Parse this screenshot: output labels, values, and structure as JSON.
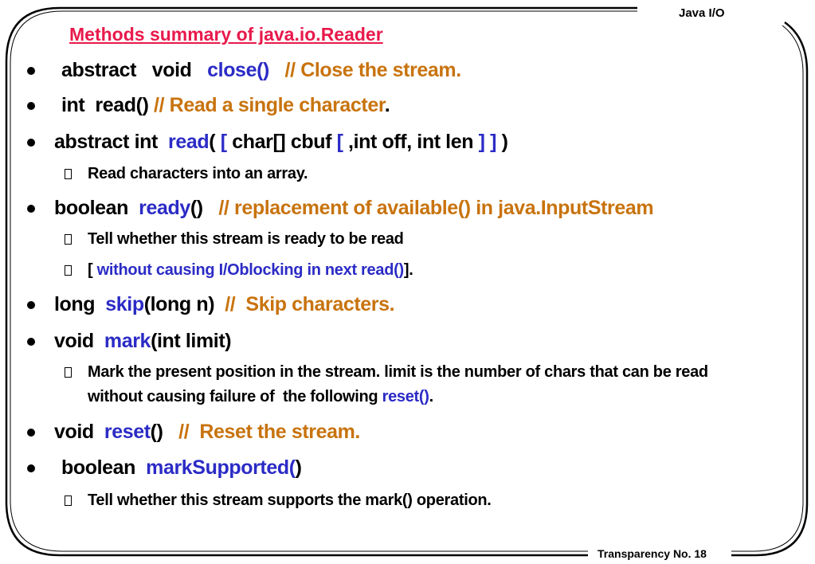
{
  "header": {
    "label": "Java I/O"
  },
  "footer": {
    "label": "Transparency No. 18"
  },
  "title": "Methods summary of java.io.Reader",
  "items": [
    {
      "p1": "abstract   void   ",
      "p2": "close()",
      "p3": "   // Close the stream."
    },
    {
      "p1": "int  read() ",
      "p2": "// Read a single character",
      "p3": "."
    },
    {
      "p1": "abstract int  ",
      "p2": "read",
      "p3": "( ",
      "p4": "[",
      "p5": " char[] cbuf ",
      "p6": "[",
      "p7": " ,int off, int len ",
      "p8": "] ]",
      "p9": " )"
    },
    {
      "sub": "Read characters into an array."
    },
    {
      "p1": "boolean  ",
      "p2": "ready",
      "p3": "()   ",
      "p4": "// replacement of available() in java.InputStream"
    },
    {
      "sub": "Tell whether this stream is ready to be read"
    },
    {
      "s1": "[ ",
      "s2": "without causing I/Oblocking in next read()",
      "s3": "]."
    },
    {
      "p1": "long  ",
      "p2": "skip",
      "p3": "(long n)  ",
      "p4": "//  Skip characters."
    },
    {
      "p1": "void  ",
      "p2": "mark",
      "p3": "(int limit)"
    },
    {
      "sub": "Mark the present position in the stream. limit is the number of chars that can be read",
      "sub2a": "without causing failure of  the following ",
      "sub2b": "reset()",
      "sub2c": "."
    },
    {
      "p1": "void  ",
      "p2": "reset",
      "p3": "()   ",
      "p4": "//  Reset the stream."
    },
    {
      "p1": "boolean  ",
      "p2": "markSupported(",
      "p3": ")"
    },
    {
      "sub": "Tell whether this stream supports the mark() operation."
    }
  ],
  "colors": {
    "title": "#e8194b",
    "method": "#2b2bc6",
    "comment": "#c8730e"
  }
}
